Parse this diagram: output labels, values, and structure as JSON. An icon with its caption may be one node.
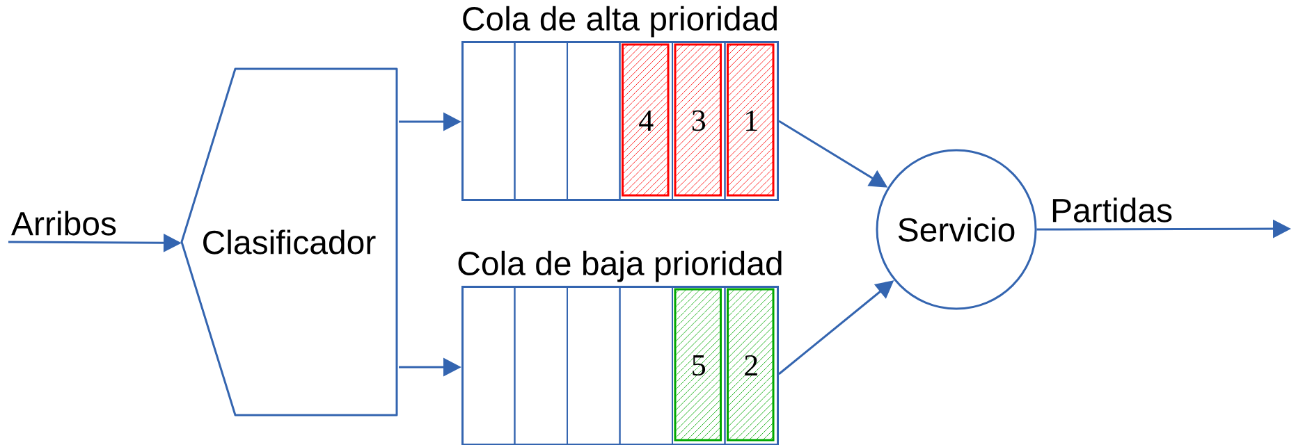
{
  "diagram": {
    "nodes": [
      {
        "text": [
          "Clasificador"
        ]
      },
      {
        "text": [
          "Cola de alta prioridad"
        ]
      },
      {
        "text": [],
        "shape": "box",
        "in": 1
      },
      {
        "text": [],
        "shape": "box",
        "in": 1
      },
      {
        "text": [],
        "shape": "box",
        "in": 1
      },
      {
        "text": [
          "4"
        ],
        "in": 1
      },
      {
        "text": [
          "3"
        ],
        "in": 1
      },
      {
        "text": [
          "1"
        ],
        "in": 1
      },
      {
        "text": [
          "Cola de baja prioridad"
        ]
      },
      {
        "text": [],
        "shape": "box",
        "in": 8
      },
      {
        "text": [],
        "shape": "box",
        "in": 8
      },
      {
        "text": [],
        "shape": "box",
        "in": 8
      },
      {
        "text": [],
        "shape": "box",
        "in": 8
      },
      {
        "text": [
          "5"
        ],
        "in": 8
      },
      {
        "text": [
          "2"
        ],
        "in": 8
      },
      {
        "text": [
          "Servicio"
        ]
      }
    ],
    "edges": [
      {
        "from": null,
        "to": 0,
        "arrow": "to",
        "label": "Arribos"
      },
      {
        "from": 0,
        "to": 1,
        "arrow": "to"
      },
      {
        "from": 0,
        "to": 8,
        "arrow": "to"
      },
      {
        "from": 1,
        "to": 15,
        "arrow": "to"
      },
      {
        "from": 8,
        "to": 15,
        "arrow": "to"
      },
      {
        "from": 15,
        "to": null,
        "arrow": "to",
        "label": "Partidas"
      }
    ]
  }
}
